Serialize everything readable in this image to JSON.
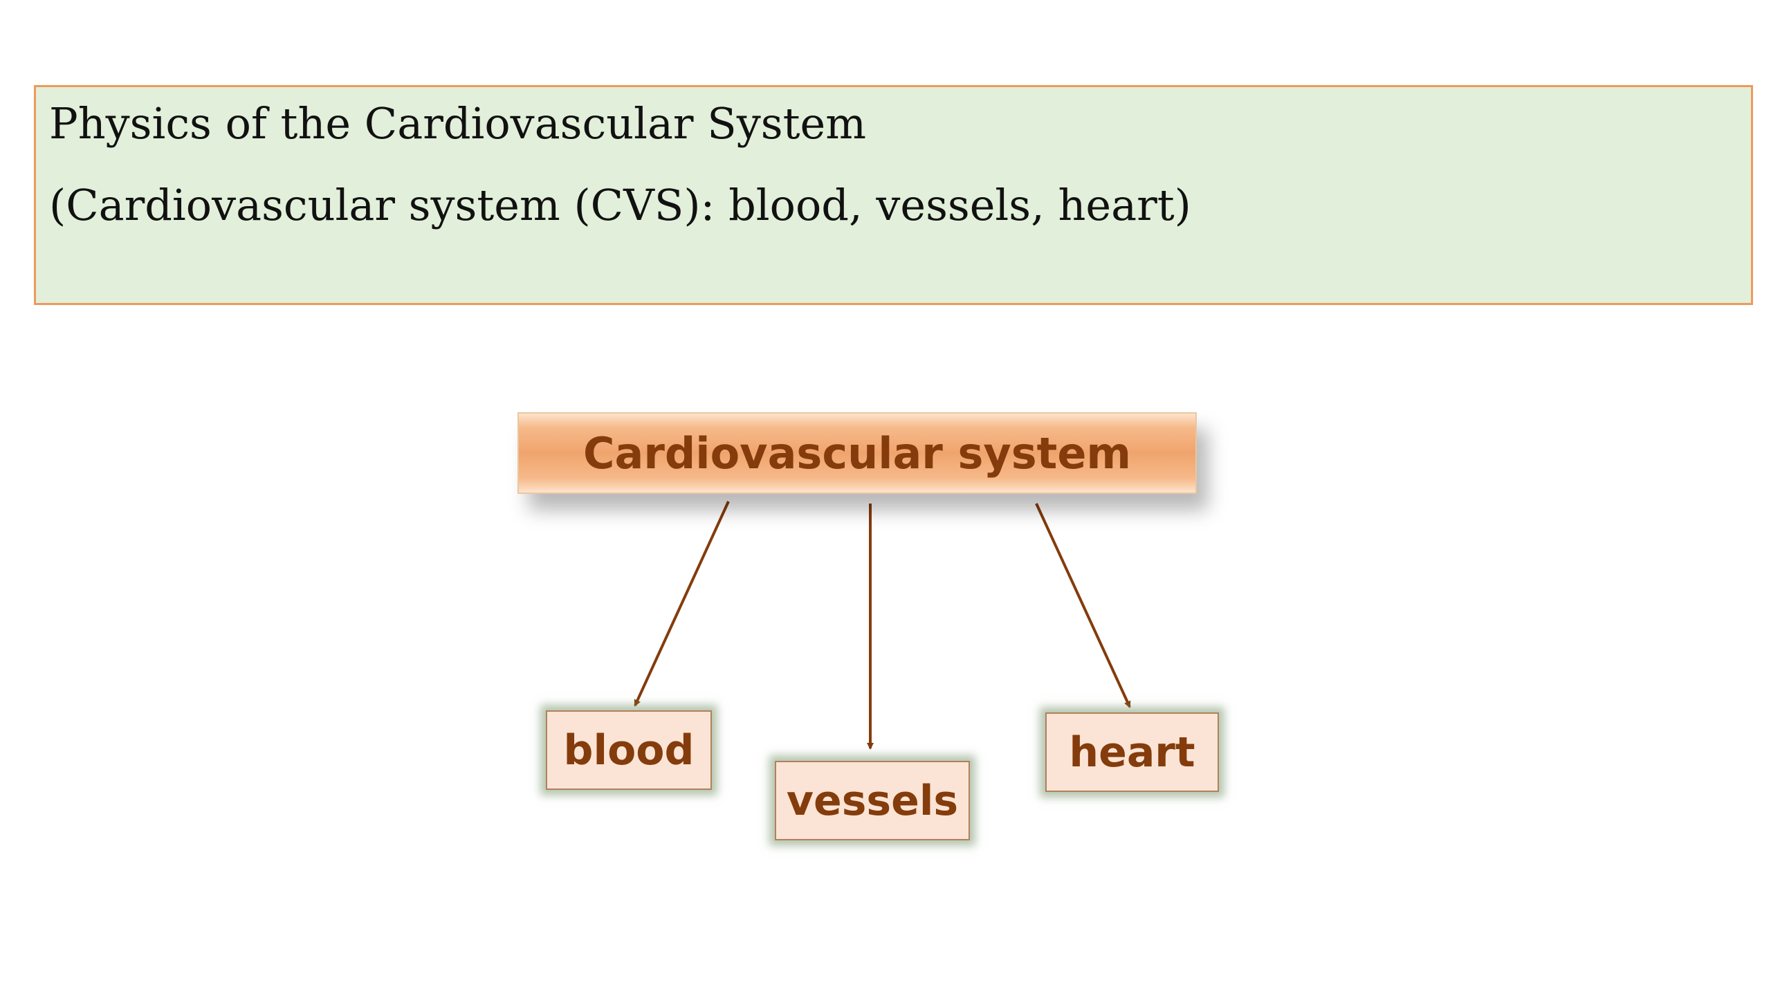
{
  "title_box": {
    "line1": "Physics of the Cardiovascular System",
    "line2": "(Cardiovascular system (CVS): blood, vessels, heart)"
  },
  "diagram": {
    "root": {
      "label": "Cardiovascular system"
    },
    "children": [
      {
        "label": "blood"
      },
      {
        "label": "vessels"
      },
      {
        "label": "heart"
      }
    ]
  },
  "colors": {
    "title_box_fill": "#e2efda",
    "title_box_border": "#ed9a5c",
    "root_fill": "#f0a46d",
    "node_text": "#843c0c",
    "child_fill": "#fbe4d5",
    "child_glow": "#7a966e",
    "connector": "#843c0c"
  }
}
